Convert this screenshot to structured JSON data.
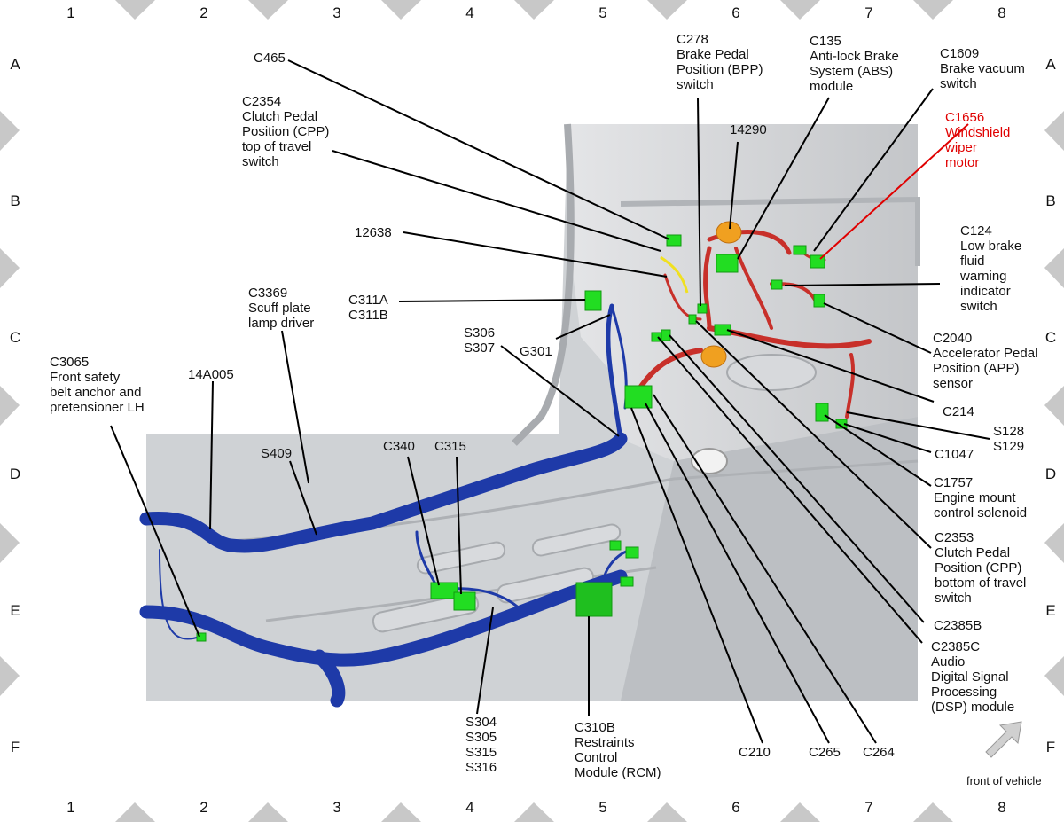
{
  "grid": {
    "cols": [
      "1",
      "2",
      "3",
      "4",
      "5",
      "6",
      "7",
      "8"
    ],
    "rows": [
      "A",
      "B",
      "C",
      "D",
      "E",
      "F"
    ]
  },
  "labels": {
    "c465": "C465",
    "c2354": "C2354\nClutch Pedal\nPosition (CPP)\ntop of travel\nswitch",
    "l12638": "12638",
    "c3369": "C3369\nScuff plate\nlamp driver",
    "c311": "C311A\nC311B",
    "s306": "S306\nS307",
    "g301": "G301",
    "c3065": "C3065\nFront safety\nbelt anchor and\npretensioner LH",
    "l14a005": "14A005",
    "s409": "S409",
    "c340": "C340",
    "c315": "C315",
    "s304": "S304\nS305\nS315\nS316",
    "c310b": "C310B\nRestraints\nControl\nModule (RCM)",
    "c278": "C278\nBrake Pedal\nPosition (BPP)\nswitch",
    "l14290": "14290",
    "c135": "C135\nAnti-lock Brake\nSystem (ABS)\nmodule",
    "c1609": "C1609\nBrake vacuum\nswitch",
    "c1656": "C1656\nWindshield\nwiper\nmotor",
    "c124": "C124\nLow brake\nfluid\nwarning\nindicator\nswitch",
    "c2040": "C2040\nAccelerator Pedal\nPosition (APP)\nsensor",
    "c214": "C214",
    "s128": "S128\nS129",
    "c1047": "C1047",
    "c1757": "C1757\nEngine mount\ncontrol solenoid",
    "c2353": "C2353\nClutch Pedal\nPosition (CPP)\nbottom of travel\nswitch",
    "c2385b": "C2385B",
    "c2385c": "C2385C\nAudio\nDigital Signal\nProcessing\n(DSP) module",
    "c210": "C210",
    "c265": "C265",
    "c264": "C264"
  },
  "front_note": "front of vehicle",
  "colors": {
    "harness_blue": "#1e3aa8",
    "harness_red": "#c8302a",
    "connector_green": "#22dd22",
    "callout_red": "#e00000",
    "panel_gray": "#c9ccd0"
  },
  "icons": {
    "front_arrow": "arrow-up-right-icon"
  }
}
